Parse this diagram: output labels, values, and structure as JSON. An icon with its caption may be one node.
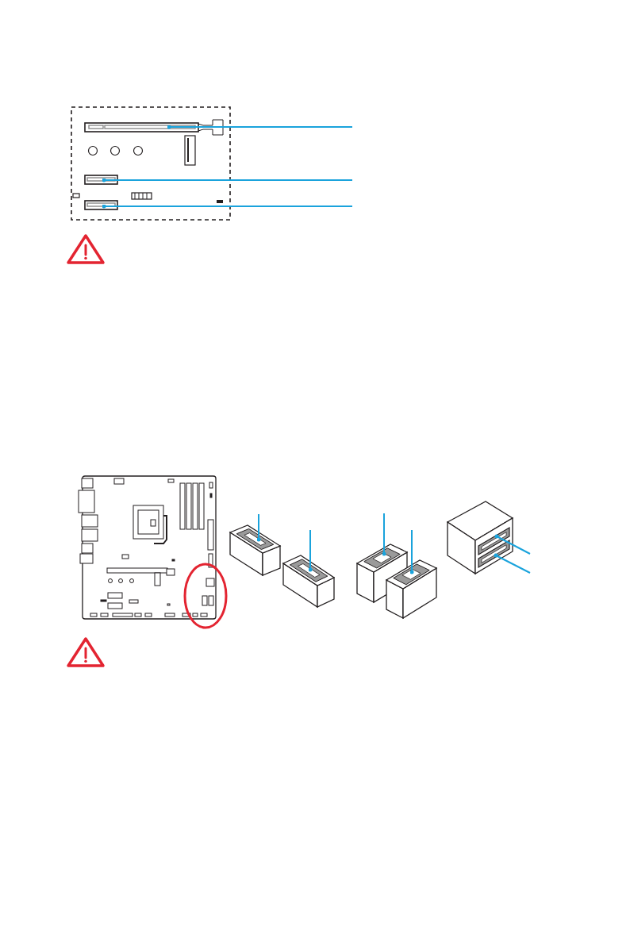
{
  "diagram": {
    "nodes": [
      {
        "text": [],
        "shape": "box"
      },
      {
        "text": [],
        "shape": "box"
      },
      {
        "text": [],
        "shape": "box"
      },
      {
        "text": [],
        "shape": "box"
      },
      {
        "text": [],
        "shape": "box"
      },
      {
        "text": [],
        "shape": "box"
      },
      {
        "text": [],
        "shape": "box"
      },
      {
        "text": [],
        "shape": "box"
      },
      {
        "text": [],
        "shape": "box"
      }
    ],
    "edges": [
      {
        "from": null,
        "to": 0,
        "arrow": "other"
      },
      {
        "from": null,
        "to": 1,
        "arrow": "other"
      },
      {
        "from": null,
        "to": 2,
        "arrow": "other"
      },
      {
        "from": null,
        "to": 3,
        "arrow": "other"
      },
      {
        "from": null,
        "to": 4,
        "arrow": "other"
      },
      {
        "from": null,
        "to": 5,
        "arrow": "other"
      },
      {
        "from": null,
        "to": 6,
        "arrow": "other"
      },
      {
        "from": null,
        "to": 7,
        "arrow": "other"
      },
      {
        "from": null,
        "to": 8,
        "arrow": "other"
      }
    ]
  }
}
